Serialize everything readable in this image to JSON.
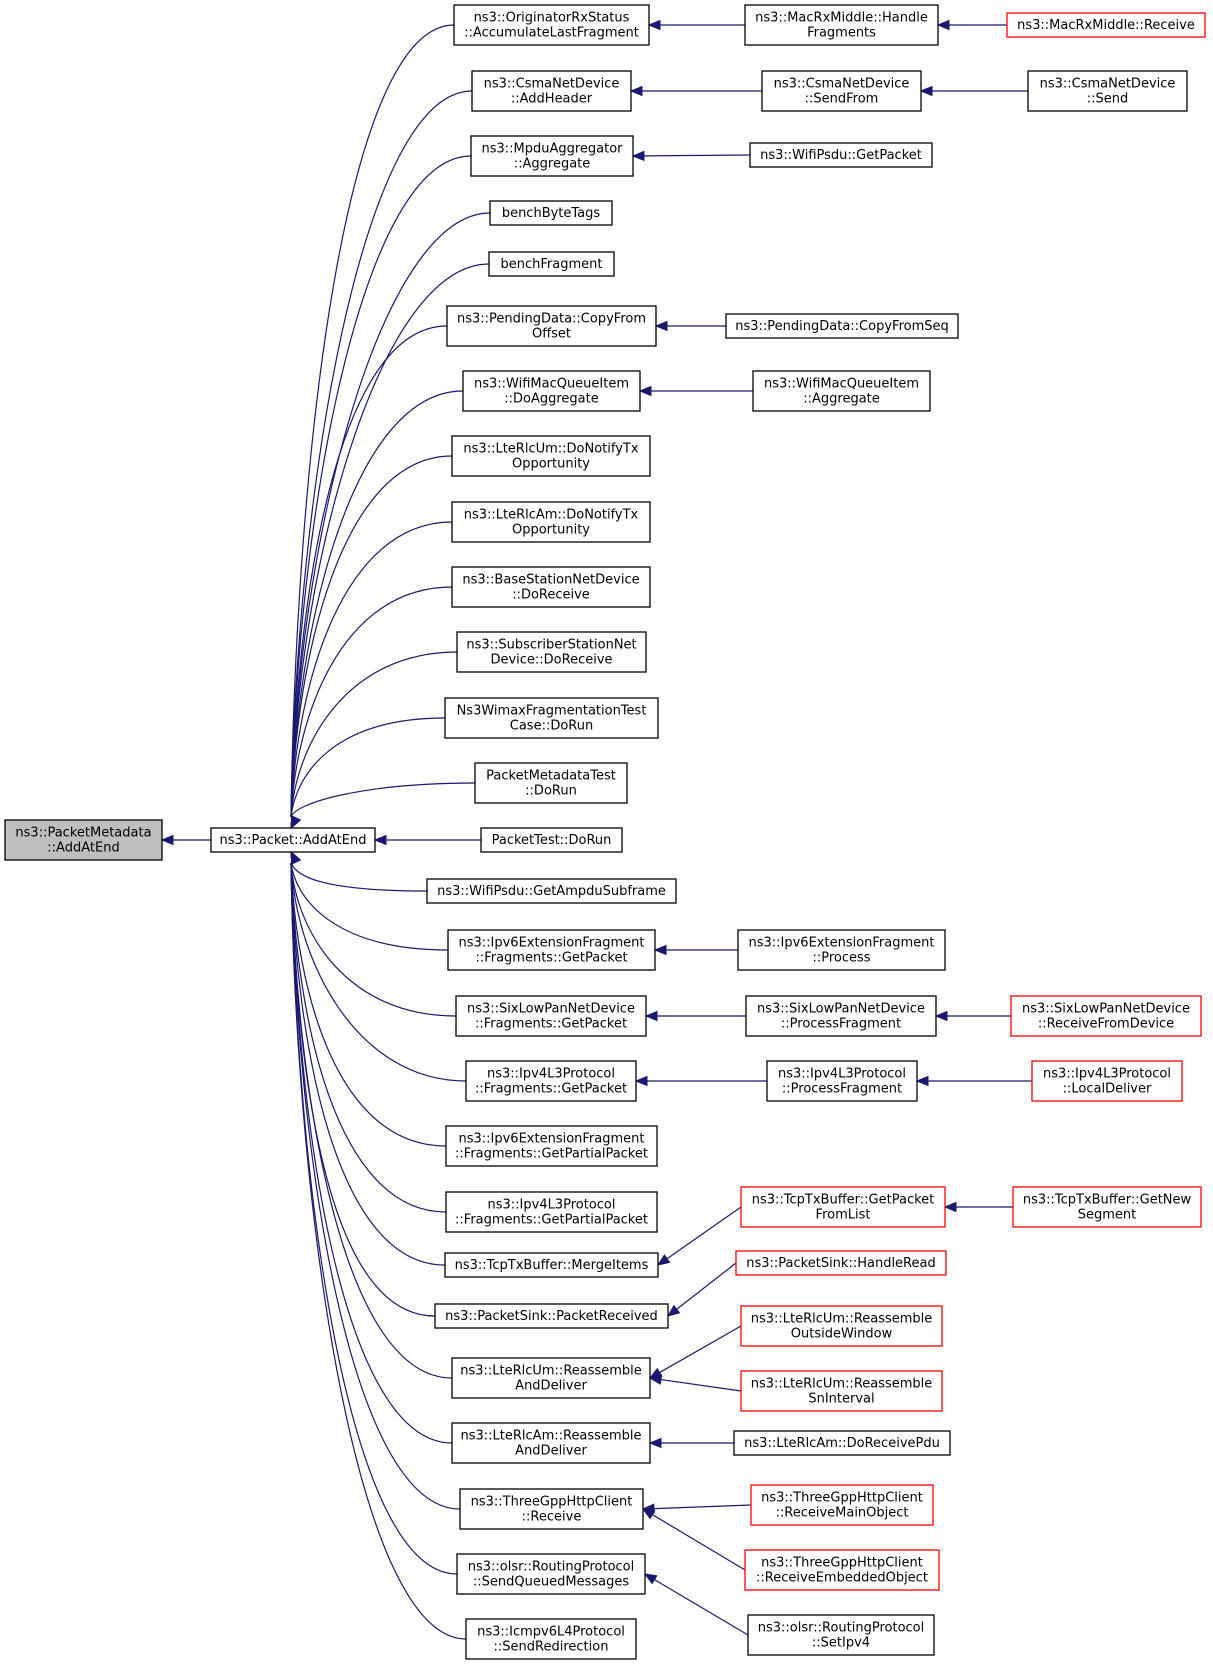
{
  "nodes": [
    {
      "id": "root",
      "lines": [
        "ns3::PacketMetadata",
        "::AddAtEnd"
      ],
      "variant": "root"
    },
    {
      "id": "addatend",
      "lines": [
        "ns3::Packet::AddAtEnd"
      ]
    },
    {
      "id": "accumulate",
      "lines": [
        "ns3::OriginatorRxStatus",
        "::AccumulateLastFragment"
      ]
    },
    {
      "id": "csma-addheader",
      "lines": [
        "ns3::CsmaNetDevice",
        "::AddHeader"
      ]
    },
    {
      "id": "mpdu-aggregate",
      "lines": [
        "ns3::MpduAggregator",
        "::Aggregate"
      ]
    },
    {
      "id": "bench-bytetags",
      "lines": [
        "benchByteTags"
      ]
    },
    {
      "id": "bench-fragment",
      "lines": [
        "benchFragment"
      ]
    },
    {
      "id": "pending-copyfromoffset",
      "lines": [
        "ns3::PendingData::CopyFrom",
        "Offset"
      ]
    },
    {
      "id": "wifimacqueue-doaggregate",
      "lines": [
        "ns3::WifiMacQueueItem",
        "::DoAggregate"
      ]
    },
    {
      "id": "lterlcum-donotify",
      "lines": [
        "ns3::LteRlcUm::DoNotifyTx",
        "Opportunity"
      ]
    },
    {
      "id": "lterlcam-donotify",
      "lines": [
        "ns3::LteRlcAm::DoNotifyTx",
        "Opportunity"
      ]
    },
    {
      "id": "basestation-doreceive",
      "lines": [
        "ns3::BaseStationNetDevice",
        "::DoReceive"
      ]
    },
    {
      "id": "subscriber-doreceive",
      "lines": [
        "ns3::SubscriberStationNet",
        "Device::DoReceive"
      ]
    },
    {
      "id": "wimax-frag-test",
      "lines": [
        "Ns3WimaxFragmentationTest",
        "Case::DoRun"
      ]
    },
    {
      "id": "packetmetadatatest",
      "lines": [
        "PacketMetadataTest",
        "::DoRun"
      ]
    },
    {
      "id": "packettest",
      "lines": [
        "PacketTest::DoRun"
      ]
    },
    {
      "id": "wifipsdu-getampdu",
      "lines": [
        "ns3::WifiPsdu::GetAmpduSubframe"
      ]
    },
    {
      "id": "ipv6ext-getpacket",
      "lines": [
        "ns3::Ipv6ExtensionFragment",
        "::Fragments::GetPacket"
      ]
    },
    {
      "id": "sixlowpan-getpacket",
      "lines": [
        "ns3::SixLowPanNetDevice",
        "::Fragments::GetPacket"
      ]
    },
    {
      "id": "ipv4l3-getpacket",
      "lines": [
        "ns3::Ipv4L3Protocol",
        "::Fragments::GetPacket"
      ]
    },
    {
      "id": "ipv6ext-getpartial",
      "lines": [
        "ns3::Ipv6ExtensionFragment",
        "::Fragments::GetPartialPacket"
      ]
    },
    {
      "id": "ipv4l3-getpartial",
      "lines": [
        "ns3::Ipv4L3Protocol",
        "::Fragments::GetPartialPacket"
      ]
    },
    {
      "id": "tcptx-mergeitems",
      "lines": [
        "ns3::TcpTxBuffer::MergeItems"
      ]
    },
    {
      "id": "packetsink-received",
      "lines": [
        "ns3::PacketSink::PacketReceived"
      ]
    },
    {
      "id": "lterlcum-reassemble",
      "lines": [
        "ns3::LteRlcUm::Reassemble",
        "AndDeliver"
      ]
    },
    {
      "id": "lterlcam-reassemble",
      "lines": [
        "ns3::LteRlcAm::Reassemble",
        "AndDeliver"
      ]
    },
    {
      "id": "threegpp-receive",
      "lines": [
        "ns3::ThreeGppHttpClient",
        "::Receive"
      ]
    },
    {
      "id": "olsr-sendqueued",
      "lines": [
        "ns3::olsr::RoutingProtocol",
        "::SendQueuedMessages"
      ]
    },
    {
      "id": "icmpv6-sendredirection",
      "lines": [
        "ns3::Icmpv6L4Protocol",
        "::SendRedirection"
      ]
    },
    {
      "id": "macrx-handlefragments",
      "lines": [
        "ns3::MacRxMiddle::Handle",
        "Fragments"
      ]
    },
    {
      "id": "macrx-receive",
      "lines": [
        "ns3::MacRxMiddle::Receive"
      ],
      "variant": "truncated"
    },
    {
      "id": "csma-sendfrom",
      "lines": [
        "ns3::CsmaNetDevice",
        "::SendFrom"
      ]
    },
    {
      "id": "csma-send",
      "lines": [
        "ns3::CsmaNetDevice",
        "::Send"
      ]
    },
    {
      "id": "wifipsdu-getpacket",
      "lines": [
        "ns3::WifiPsdu::GetPacket"
      ]
    },
    {
      "id": "pending-copyfromseq",
      "lines": [
        "ns3::PendingData::CopyFromSeq"
      ]
    },
    {
      "id": "wifimacqueue-aggregate",
      "lines": [
        "ns3::WifiMacQueueItem",
        "::Aggregate"
      ]
    },
    {
      "id": "ipv6ext-process",
      "lines": [
        "ns3::Ipv6ExtensionFragment",
        "::Process"
      ]
    },
    {
      "id": "sixlowpan-processfragment",
      "lines": [
        "ns3::SixLowPanNetDevice",
        "::ProcessFragment"
      ]
    },
    {
      "id": "sixlowpan-receivefromdevice",
      "lines": [
        "ns3::SixLowPanNetDevice",
        "::ReceiveFromDevice"
      ],
      "variant": "truncated"
    },
    {
      "id": "ipv4l3-processfragment",
      "lines": [
        "ns3::Ipv4L3Protocol",
        "::ProcessFragment"
      ]
    },
    {
      "id": "ipv4l3-localdeliver",
      "lines": [
        "ns3::Ipv4L3Protocol",
        "::LocalDeliver"
      ],
      "variant": "truncated"
    },
    {
      "id": "tcptx-getpacketfromlist",
      "lines": [
        "ns3::TcpTxBuffer::GetPacket",
        "FromList"
      ],
      "variant": "truncated"
    },
    {
      "id": "tcptx-getnewsegment",
      "lines": [
        "ns3::TcpTxBuffer::GetNew",
        "Segment"
      ],
      "variant": "truncated"
    },
    {
      "id": "packetsink-handleread",
      "lines": [
        "ns3::PacketSink::HandleRead"
      ],
      "variant": "truncated"
    },
    {
      "id": "lterlcum-outsidewindow",
      "lines": [
        "ns3::LteRlcUm::Reassemble",
        "OutsideWindow"
      ],
      "variant": "truncated"
    },
    {
      "id": "lterlcum-sninterval",
      "lines": [
        "ns3::LteRlcUm::Reassemble",
        "SnInterval"
      ],
      "variant": "truncated"
    },
    {
      "id": "lterlcam-doreceivepdu",
      "lines": [
        "ns3::LteRlcAm::DoReceivePdu"
      ]
    },
    {
      "id": "threegpp-mainobject",
      "lines": [
        "ns3::ThreeGppHttpClient",
        "::ReceiveMainObject"
      ],
      "variant": "truncated"
    },
    {
      "id": "threegpp-embedded",
      "lines": [
        "ns3::ThreeGppHttpClient",
        "::ReceiveEmbeddedObject"
      ],
      "variant": "truncated"
    },
    {
      "id": "olsr-setipv4",
      "lines": [
        "ns3::olsr::RoutingProtocol",
        "::SetIpv4"
      ]
    }
  ],
  "edges": [
    {
      "from": "addatend",
      "to": "root"
    },
    {
      "from": "accumulate",
      "to": "addatend"
    },
    {
      "from": "csma-addheader",
      "to": "addatend"
    },
    {
      "from": "mpdu-aggregate",
      "to": "addatend"
    },
    {
      "from": "bench-bytetags",
      "to": "addatend"
    },
    {
      "from": "bench-fragment",
      "to": "addatend"
    },
    {
      "from": "pending-copyfromoffset",
      "to": "addatend"
    },
    {
      "from": "wifimacqueue-doaggregate",
      "to": "addatend"
    },
    {
      "from": "lterlcum-donotify",
      "to": "addatend"
    },
    {
      "from": "lterlcam-donotify",
      "to": "addatend"
    },
    {
      "from": "basestation-doreceive",
      "to": "addatend"
    },
    {
      "from": "subscriber-doreceive",
      "to": "addatend"
    },
    {
      "from": "wimax-frag-test",
      "to": "addatend"
    },
    {
      "from": "packetmetadatatest",
      "to": "addatend"
    },
    {
      "from": "packettest",
      "to": "addatend"
    },
    {
      "from": "wifipsdu-getampdu",
      "to": "addatend"
    },
    {
      "from": "ipv6ext-getpacket",
      "to": "addatend"
    },
    {
      "from": "sixlowpan-getpacket",
      "to": "addatend"
    },
    {
      "from": "ipv4l3-getpacket",
      "to": "addatend"
    },
    {
      "from": "ipv6ext-getpartial",
      "to": "addatend"
    },
    {
      "from": "ipv4l3-getpartial",
      "to": "addatend"
    },
    {
      "from": "tcptx-mergeitems",
      "to": "addatend"
    },
    {
      "from": "packetsink-received",
      "to": "addatend"
    },
    {
      "from": "lterlcum-reassemble",
      "to": "addatend"
    },
    {
      "from": "lterlcam-reassemble",
      "to": "addatend"
    },
    {
      "from": "threegpp-receive",
      "to": "addatend"
    },
    {
      "from": "olsr-sendqueued",
      "to": "addatend"
    },
    {
      "from": "icmpv6-sendredirection",
      "to": "addatend"
    },
    {
      "from": "macrx-handlefragments",
      "to": "accumulate"
    },
    {
      "from": "macrx-receive",
      "to": "macrx-handlefragments"
    },
    {
      "from": "csma-sendfrom",
      "to": "csma-addheader"
    },
    {
      "from": "csma-send",
      "to": "csma-sendfrom"
    },
    {
      "from": "wifipsdu-getpacket",
      "to": "mpdu-aggregate"
    },
    {
      "from": "pending-copyfromseq",
      "to": "pending-copyfromoffset"
    },
    {
      "from": "wifimacqueue-aggregate",
      "to": "wifimacqueue-doaggregate"
    },
    {
      "from": "ipv6ext-process",
      "to": "ipv6ext-getpacket"
    },
    {
      "from": "sixlowpan-processfragment",
      "to": "sixlowpan-getpacket"
    },
    {
      "from": "sixlowpan-receivefromdevice",
      "to": "sixlowpan-processfragment"
    },
    {
      "from": "ipv4l3-processfragment",
      "to": "ipv4l3-getpacket"
    },
    {
      "from": "ipv4l3-localdeliver",
      "to": "ipv4l3-processfragment"
    },
    {
      "from": "tcptx-getpacketfromlist",
      "to": "tcptx-mergeitems"
    },
    {
      "from": "tcptx-getnewsegment",
      "to": "tcptx-getpacketfromlist"
    },
    {
      "from": "packetsink-handleread",
      "to": "packetsink-received"
    },
    {
      "from": "lterlcum-outsidewindow",
      "to": "lterlcum-reassemble"
    },
    {
      "from": "lterlcum-sninterval",
      "to": "lterlcum-reassemble"
    },
    {
      "from": "lterlcam-doreceivepdu",
      "to": "lterlcam-reassemble"
    },
    {
      "from": "threegpp-mainobject",
      "to": "threegpp-receive"
    },
    {
      "from": "threegpp-embedded",
      "to": "threegpp-receive"
    },
    {
      "from": "olsr-setipv4",
      "to": "olsr-sendqueued"
    }
  ],
  "colors": {
    "edge": "#191970",
    "node_border": "#000000",
    "truncated_border": "#ff0000",
    "root_fill": "#bfbfbf"
  }
}
